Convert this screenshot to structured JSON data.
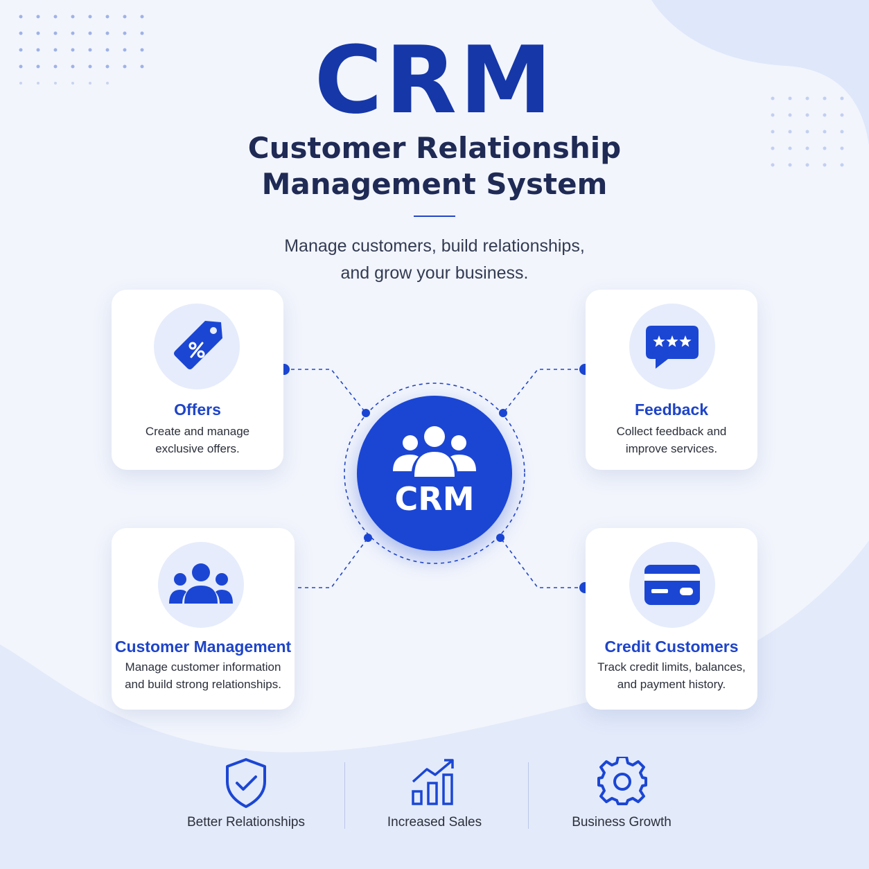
{
  "header": {
    "title": "CRM",
    "subtitle_line1": "Customer Relationship",
    "subtitle_line2": "Management System",
    "tagline_line1": "Manage customers, build relationships,",
    "tagline_line2": "and grow your business."
  },
  "hub": {
    "label": "CRM",
    "icon": "users-icon"
  },
  "cards": [
    {
      "title": "Offers",
      "desc_line1": "Create and manage",
      "desc_line2": "exclusive offers.",
      "icon": "price-tag-icon"
    },
    {
      "title": "Feedback",
      "desc_line1": "Collect feedback and",
      "desc_line2": "improve services.",
      "icon": "rating-chat-icon"
    },
    {
      "title": "Customer Management",
      "desc_line1": "Manage customer information",
      "desc_line2": "and build strong relationships.",
      "icon": "customers-icon"
    },
    {
      "title": "Credit Customers",
      "desc_line1": "Track credit limits, balances,",
      "desc_line2": "and payment history.",
      "icon": "credit-card-icon"
    }
  ],
  "benefits": [
    {
      "label": "Better Relationships",
      "icon": "shield-check-icon"
    },
    {
      "label": "Increased Sales",
      "icon": "growth-chart-icon"
    },
    {
      "label": "Business Growth",
      "icon": "gear-icon"
    }
  ],
  "colors": {
    "primary": "#1b46d4",
    "title": "#1537a8",
    "heading": "#1f2a55",
    "background": "#f2f5fc",
    "icon_circle": "#e6ecfb"
  }
}
